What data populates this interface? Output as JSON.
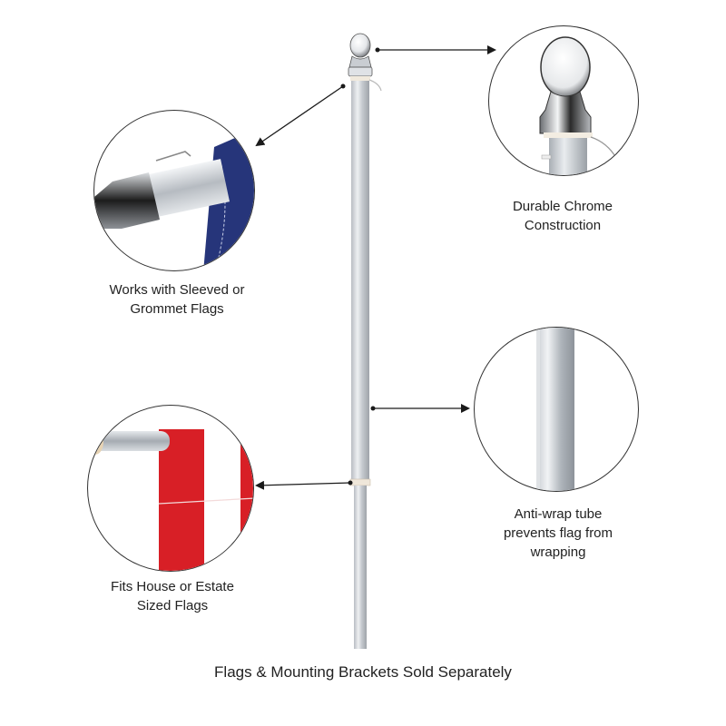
{
  "features": [
    {
      "id": "top-left",
      "lines": [
        "Works with Sleeved or",
        "Grommet Flags"
      ]
    },
    {
      "id": "top-right",
      "lines": [
        "Durable Chrome",
        "Construction"
      ]
    },
    {
      "id": "mid-right",
      "lines": [
        "Anti-wrap tube",
        "prevents flag from",
        "wrapping"
      ]
    },
    {
      "id": "bottom-left",
      "lines": [
        "Fits House or Estate",
        "Sized Flags"
      ]
    }
  ],
  "footer": "Flags & Mounting Brackets Sold Separately",
  "colors": {
    "pole": "#c9ccd1",
    "chrome": "#e9ecef",
    "flag_blue": "#26357a",
    "flag_red": "#d81f26",
    "arrow": "#1a1a1a"
  }
}
